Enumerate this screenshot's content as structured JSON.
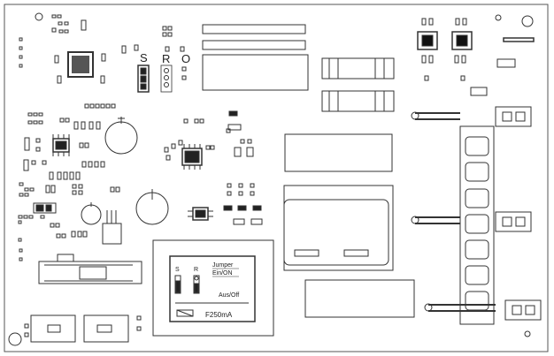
{
  "jumpers": {
    "s_label": "S",
    "r_label": "R",
    "o_label": "O"
  },
  "legend": {
    "s_label": "S",
    "r_label": "R",
    "jumper_line1": "Jumper",
    "jumper_line2": "Ein/ON",
    "ausoff": "Aus/Off",
    "fuse": "F250mA"
  }
}
